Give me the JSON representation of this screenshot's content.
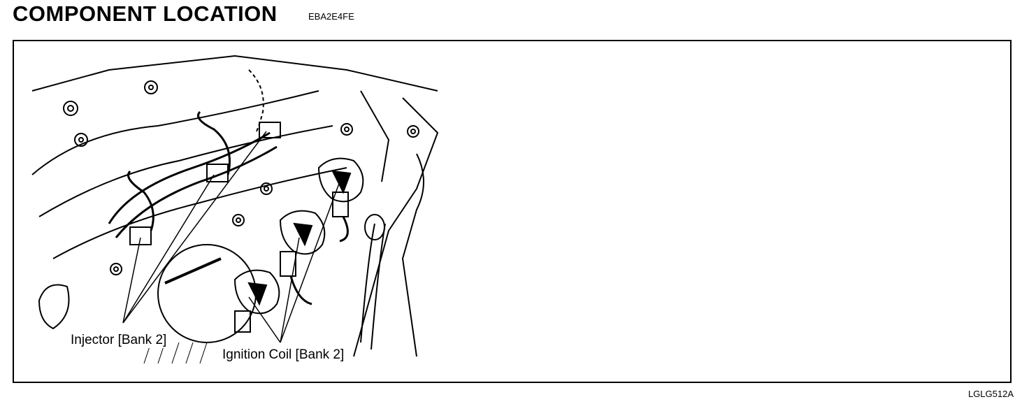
{
  "header": {
    "title": "COMPONENT LOCATION",
    "code": "EBA2E4FE"
  },
  "figure": {
    "labels": {
      "injector": "Injector [Bank 2]",
      "ignition_coil": "Ignition Coil [Bank 2]"
    },
    "figure_id": "LGLG512A"
  }
}
